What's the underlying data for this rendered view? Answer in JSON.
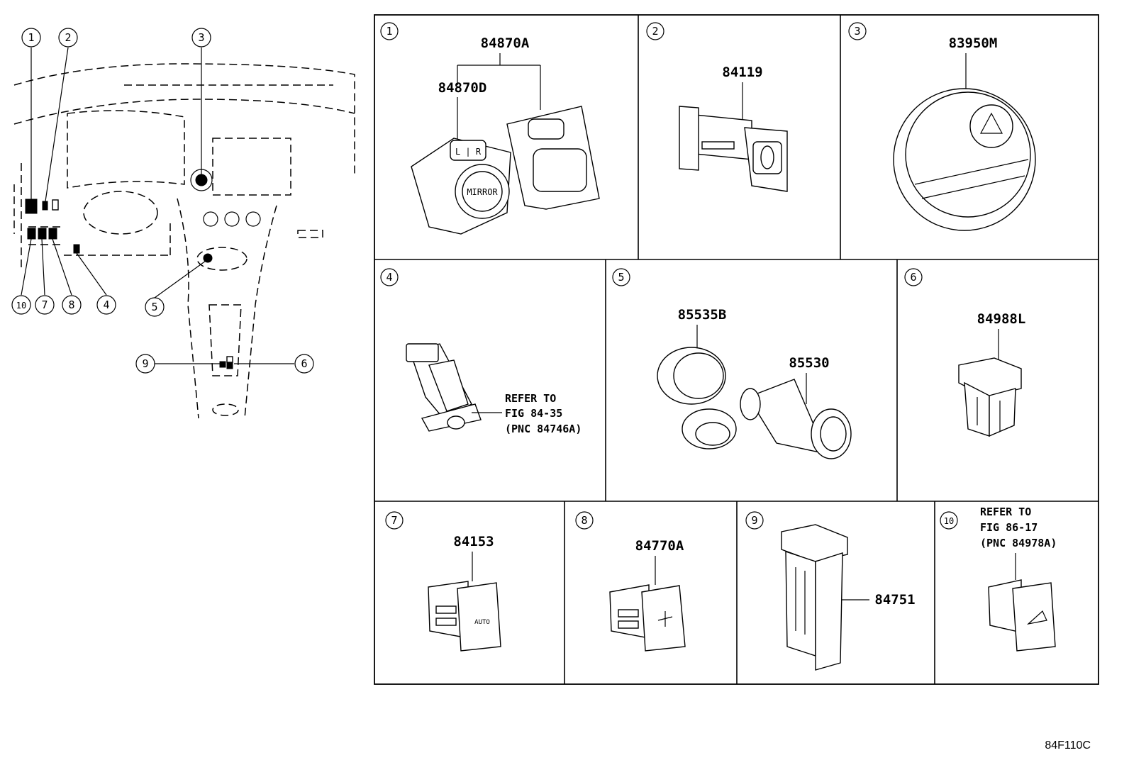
{
  "caption": "84F110C",
  "callouts": [
    {
      "n": "1",
      "glyph": "①"
    },
    {
      "n": "2",
      "glyph": "②"
    },
    {
      "n": "3",
      "glyph": "③"
    },
    {
      "n": "4",
      "glyph": "④"
    },
    {
      "n": "5",
      "glyph": "⑤"
    },
    {
      "n": "6",
      "glyph": "⑥"
    },
    {
      "n": "7",
      "glyph": "⑦"
    },
    {
      "n": "8",
      "glyph": "⑧"
    },
    {
      "n": "9",
      "glyph": "⑨"
    },
    {
      "n": "10",
      "glyph": "⑩"
    }
  ],
  "panels": [
    {
      "id": "1",
      "label": "①",
      "parts": [
        "84870A",
        "84870D"
      ],
      "icon_text": "MIRROR",
      "switch_text": "L | R"
    },
    {
      "id": "2",
      "label": "②",
      "parts": [
        "84119"
      ]
    },
    {
      "id": "3",
      "label": "③",
      "parts": [
        "83950M"
      ]
    },
    {
      "id": "4",
      "label": "④",
      "parts": [],
      "refer": [
        "REFER TO",
        "FIG 84-35",
        "(PNC 84746A)"
      ]
    },
    {
      "id": "5",
      "label": "⑤",
      "parts": [
        "85535B",
        "85530"
      ]
    },
    {
      "id": "6",
      "label": "⑥",
      "parts": [
        "84988L"
      ]
    },
    {
      "id": "7",
      "label": "⑦",
      "parts": [
        "84153"
      ],
      "icon_text": "AUTO"
    },
    {
      "id": "8",
      "label": "⑧",
      "parts": [
        "84770A"
      ]
    },
    {
      "id": "9",
      "label": "⑨",
      "parts": [
        "84751"
      ]
    },
    {
      "id": "10",
      "label": "⑩",
      "parts": [],
      "refer": [
        "REFER TO",
        "FIG 86-17",
        "(PNC 84978A)"
      ]
    }
  ]
}
